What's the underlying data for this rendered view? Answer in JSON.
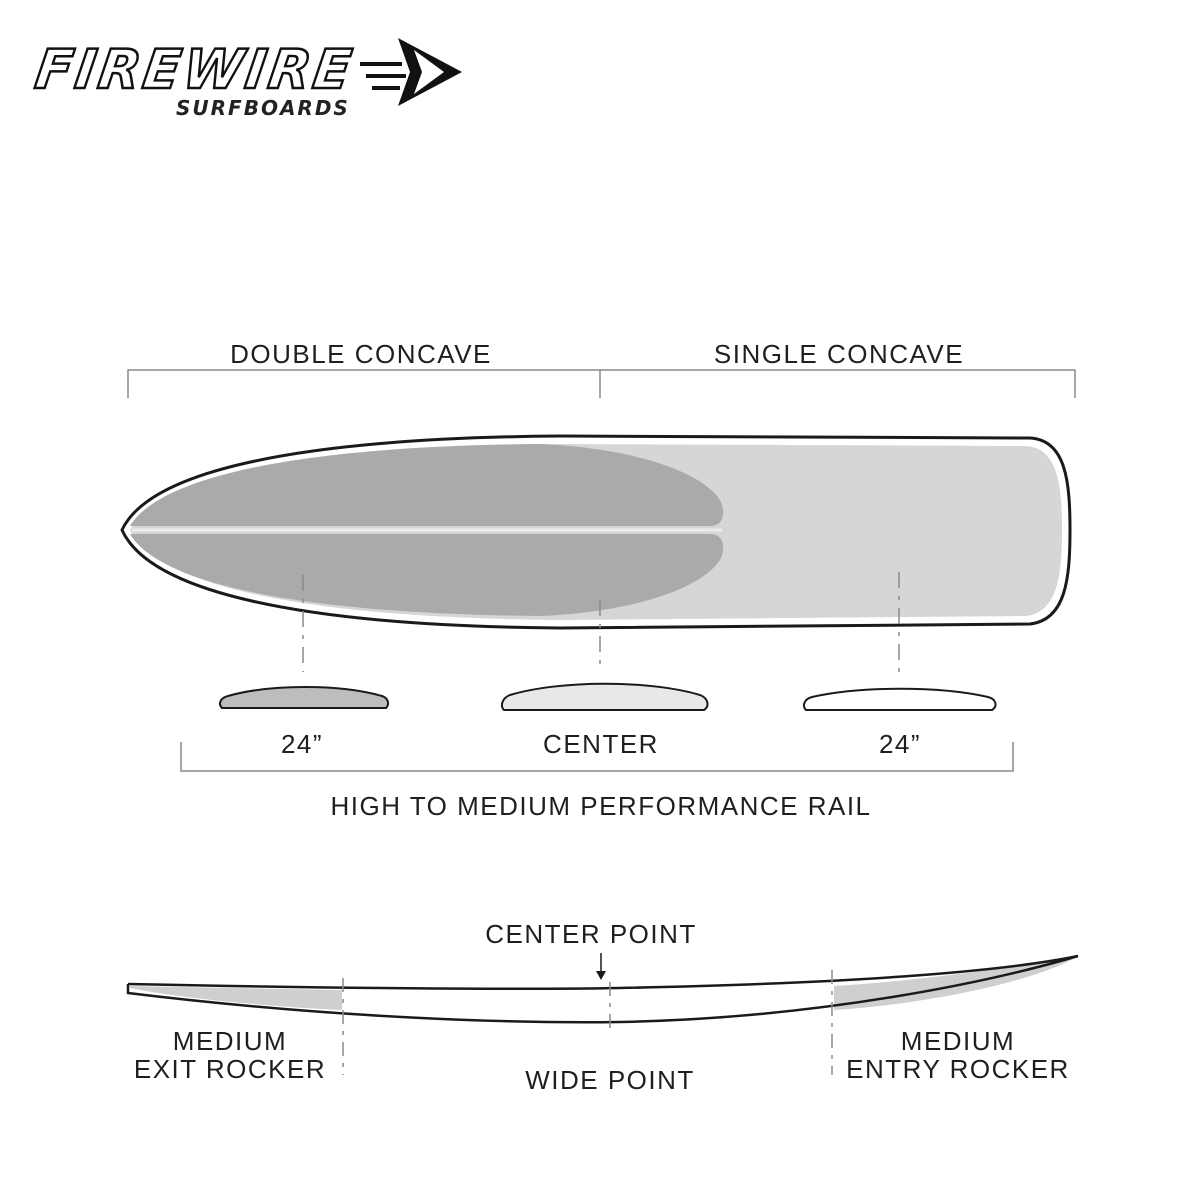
{
  "brand": {
    "name": "FIREWIRE",
    "subtitle": "SURFBOARDS"
  },
  "bottom_view": {
    "zone_left": "DOUBLE CONCAVE",
    "zone_right": "SINGLE CONCAVE"
  },
  "rail_sections": {
    "left_label": "24”",
    "center_label": "CENTER",
    "right_label": "24”",
    "caption": "HIGH TO MEDIUM PERFORMANCE RAIL"
  },
  "rocker_profile": {
    "center_point": "CENTER POINT",
    "wide_point": "WIDE POINT",
    "exit_line1": "MEDIUM",
    "exit_line2": "EXIT ROCKER",
    "entry_line1": "MEDIUM",
    "entry_line2": "ENTRY ROCKER"
  },
  "colors": {
    "outline": "#1a1a1a",
    "deck_light": "#d6d6d6",
    "concave_dark": "#aaaaaa",
    "rocker_fill": "#cfcfcf",
    "guide": "#8a8a8a"
  }
}
